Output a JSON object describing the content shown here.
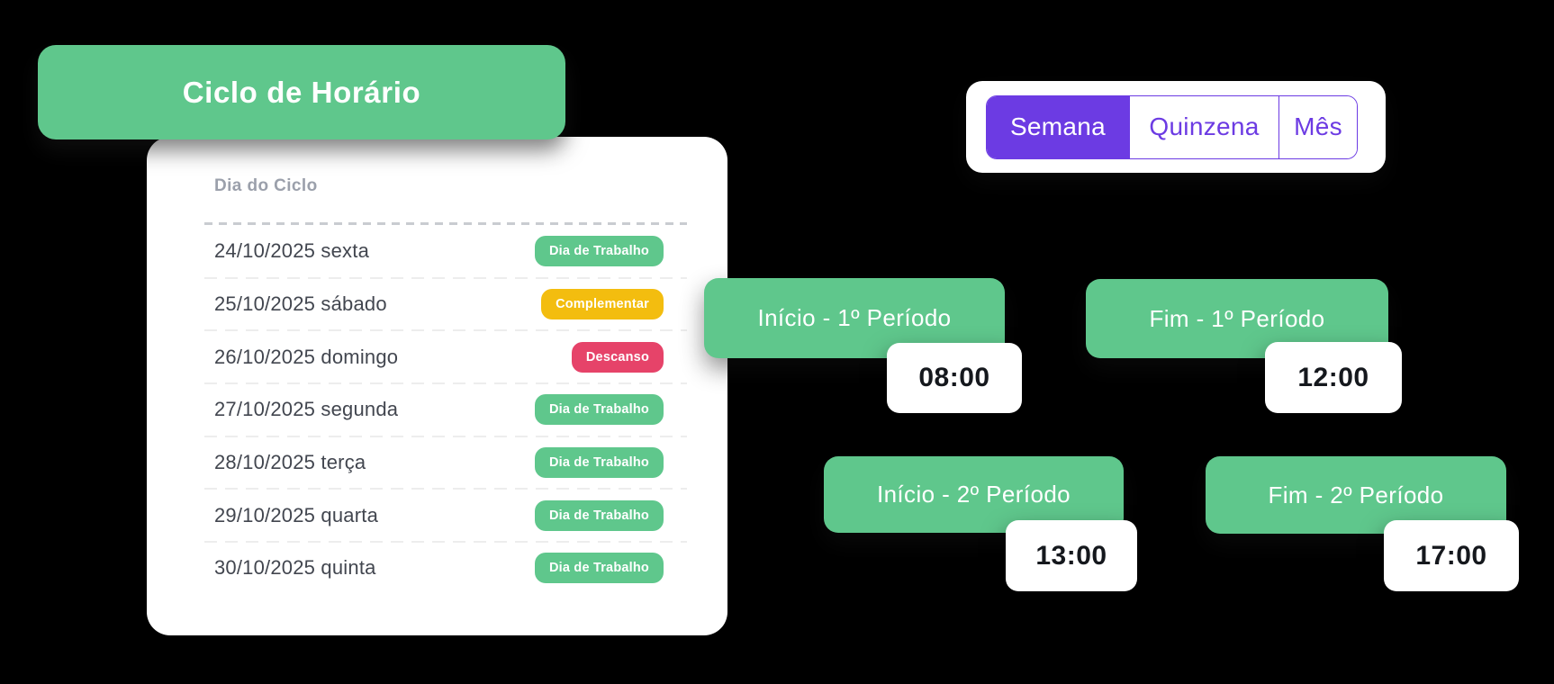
{
  "colors": {
    "green": "#5FC78C",
    "yellow": "#F3BD0F",
    "red": "#E64369",
    "purple": "#6C3BE3",
    "text-dark": "#42464F",
    "text-muted": "#9BA0AB",
    "time-text": "#15181D"
  },
  "title_banner": {
    "label": "Ciclo de Horário"
  },
  "cycle_card": {
    "column_header": "Dia do Ciclo",
    "rows": [
      {
        "date": "24/10/2025 sexta",
        "badge": "Dia de Trabalho",
        "badge_type": "work"
      },
      {
        "date": "25/10/2025 sábado",
        "badge": "Complementar",
        "badge_type": "complementary"
      },
      {
        "date": "26/10/2025 domingo",
        "badge": "Descanso",
        "badge_type": "rest"
      },
      {
        "date": "27/10/2025 segunda",
        "badge": "Dia de Trabalho",
        "badge_type": "work"
      },
      {
        "date": "28/10/2025 terça",
        "badge": "Dia de Trabalho",
        "badge_type": "work"
      },
      {
        "date": "29/10/2025 quarta",
        "badge": "Dia de Trabalho",
        "badge_type": "work"
      },
      {
        "date": "30/10/2025 quinta",
        "badge": "Dia de Trabalho",
        "badge_type": "work"
      }
    ]
  },
  "view_switcher": {
    "options": [
      {
        "label": "Semana",
        "selected": true
      },
      {
        "label": "Quinzena",
        "selected": false
      },
      {
        "label": "Mês",
        "selected": false
      }
    ]
  },
  "periods": [
    {
      "label": "Início - 1º Período",
      "time": "08:00"
    },
    {
      "label": "Fim - 1º Período",
      "time": "12:00"
    },
    {
      "label": "Início - 2º Período",
      "time": "13:00"
    },
    {
      "label": "Fim - 2º Período",
      "time": "17:00"
    }
  ]
}
